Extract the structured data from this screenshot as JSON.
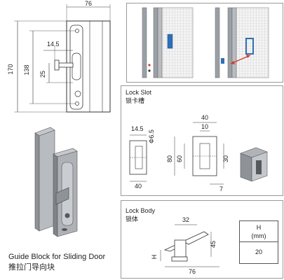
{
  "caption": {
    "line1": "Guide Block for Sliding Door",
    "line2": "推拉门导向块"
  },
  "main_view": {
    "dim_width": "76",
    "dim_170": "170",
    "dim_138": "138",
    "dim_14_5": "14.5",
    "dim_25": "25"
  },
  "lock_slot": {
    "title_en": "Lock Slot",
    "title_cn": "锁卡槽",
    "dims": {
      "d14_5": "14.5",
      "d6_5": "Φ6.5",
      "d40_bottom": "40",
      "d40_top": "40",
      "d10": "10",
      "d80": "80",
      "d60": "60",
      "d30": "30",
      "d7": "7"
    }
  },
  "lock_body": {
    "title_en": "Lock Body",
    "title_cn": "锁体",
    "dims": {
      "d32": "32",
      "d45": "45",
      "d76": "76",
      "dH": "H"
    },
    "table": {
      "header": "H",
      "unit": "(mm)",
      "value": "20"
    }
  },
  "colors": {
    "line": "#333333",
    "frame": "#9a9a9a",
    "mesh": "#c8c8c8",
    "metal": "#b8bcc0",
    "accent_blue": "#2e6fb5",
    "accent_red": "#d23a2a"
  }
}
